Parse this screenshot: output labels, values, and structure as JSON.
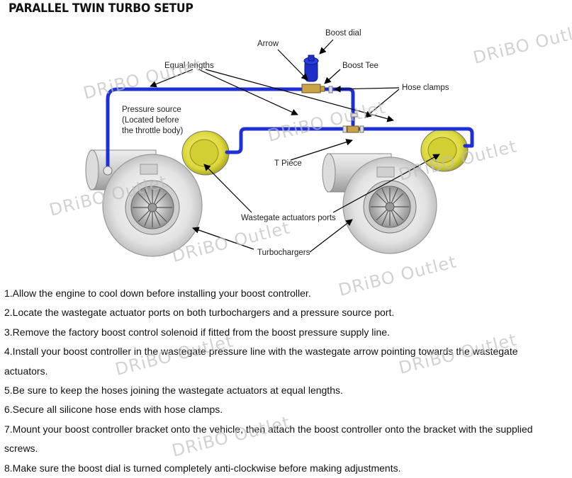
{
  "title": "PARALLEL TWIN TURBO SETUP",
  "labels": {
    "boost_dial": "Boost dial",
    "arrow": "Arrow",
    "boost_tee": "Boost Tee",
    "equal_lengths": "Equal lengths",
    "hose_clamps": "Hose clamps",
    "pressure_source_1": "Pressure source",
    "pressure_source_2": "(Located before",
    "pressure_source_3": "the throttle body)",
    "t_piece": "T Piece",
    "wastegate_ports": "Wastegate actuators ports",
    "turbochargers": "Turbochargers"
  },
  "watermark": "DRiBO Outlet",
  "steps": [
    "1.Allow the engine to cool down before installing your boost controller.",
    "2.Locate the wastegate actuator ports on both turbochargers and a pressure source port.",
    "3.Remove the factory boost control solenoid if fitted from the boost pressure supply line.",
    "4.Install your boost controller in the wastegate pressure line with the wastegate arrow pointing towards the wastegate",
    "actuators.",
    "5.Be sure to keep the hoses joining the wastegate actuators at equal lengths.",
    "6.Secure all silicone hose ends with hose clamps.",
    "7.Mount your boost controller bracket onto the vehicle, then attach the boost controller onto the bracket with the supplied",
    "screws.",
    "8.Make sure the boost dial is turned completely anti-clockwise before making adjustments."
  ],
  "colors": {
    "hose": "#1f2fd6",
    "actuator": "#e8e64a",
    "turbo_housing": "#d9d9d9",
    "fitting": "#c9a24a"
  }
}
